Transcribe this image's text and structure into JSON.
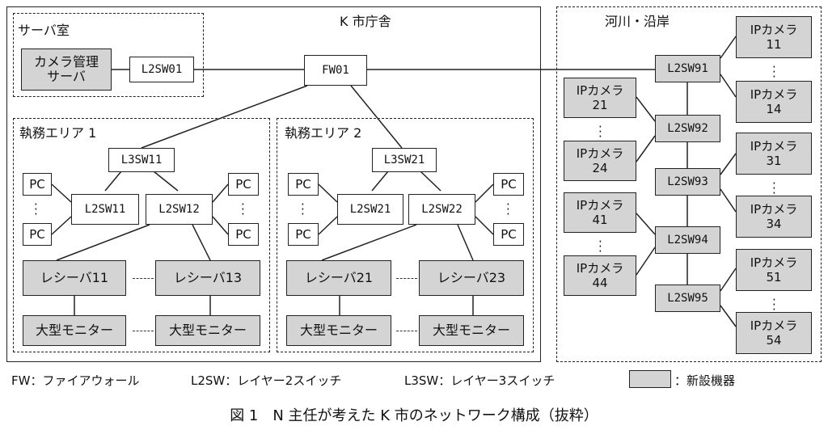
{
  "areas": {
    "city_hall": "K 市庁舎",
    "server_room": "サーバ室",
    "area1": "執務エリア 1",
    "area2": "執務エリア 2",
    "river": "河川・沿岸"
  },
  "devices": {
    "cam_server": "カメラ管理\nサーバ",
    "l2sw01": "L2SW01",
    "fw01": "FW01",
    "l3sw11": "L3SW11",
    "l2sw11": "L2SW11",
    "l2sw12": "L2SW12",
    "l3sw21": "L3SW21",
    "l2sw21": "L2SW21",
    "l2sw22": "L2SW22",
    "pc": "PC",
    "recv11": "レシーバ11",
    "recv13": "レシーバ13",
    "recv21": "レシーバ21",
    "recv23": "レシーバ23",
    "monitor": "大型モニター",
    "l2sw91": "L2SW91",
    "l2sw92": "L2SW92",
    "l2sw93": "L2SW93",
    "l2sw94": "L2SW94",
    "l2sw95": "L2SW95",
    "cam11": "IPカメラ\n11",
    "cam14": "IPカメラ\n14",
    "cam21": "IPカメラ\n21",
    "cam24": "IPカメラ\n24",
    "cam31": "IPカメラ\n31",
    "cam34": "IPカメラ\n34",
    "cam41": "IPカメラ\n41",
    "cam44": "IPカメラ\n44",
    "cam51": "IPカメラ\n51",
    "cam54": "IPカメラ\n54"
  },
  "legend": {
    "fw": "FW：ファイアウォール",
    "l2sw": "L2SW：レイヤー2スイッチ",
    "l3sw": "L3SW：レイヤー3スイッチ",
    "new": "：新設機器"
  },
  "caption": "図 1　N 主任が考えた K 市のネットワーク構成（抜粋）"
}
